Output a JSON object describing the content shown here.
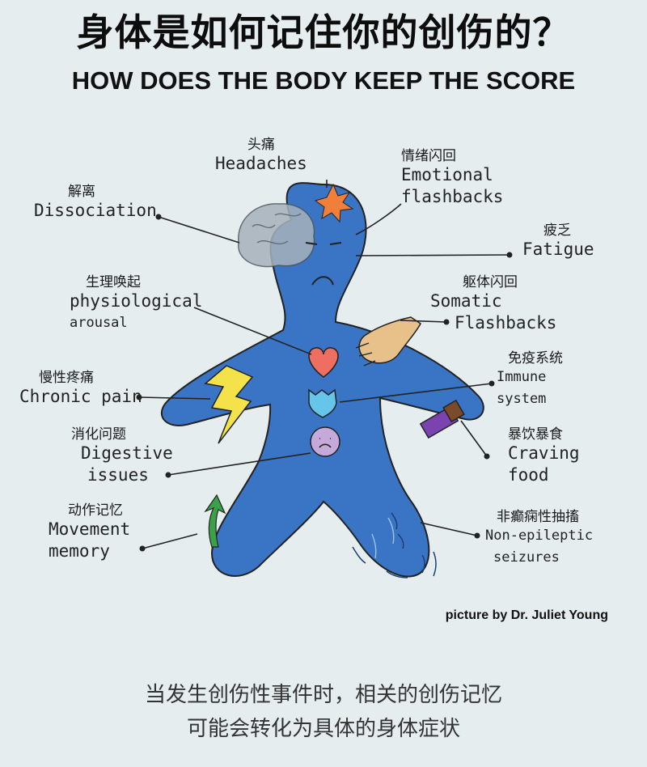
{
  "title_cn": "身体是如何记住你的创伤的？",
  "title_en": "HOW DOES THE BODY KEEP THE SCORE",
  "labels": {
    "headaches": {
      "cn": "头痛",
      "en": "Headaches"
    },
    "emotional_flashbacks": {
      "cn": "情绪闪回",
      "en1": "Emotional",
      "en2": "flashbacks"
    },
    "dissociation": {
      "cn": "解离",
      "en": "Dissociation"
    },
    "fatigue": {
      "cn": "疲乏",
      "en": "Fatigue"
    },
    "physiological_arousal": {
      "cn": "生理唤起",
      "en1": "physiological",
      "en2": "arousal"
    },
    "somatic_flashbacks": {
      "cn": "躯体闪回",
      "en1": "Somatic",
      "en2": "Flashbacks"
    },
    "chronic_pain": {
      "cn": "慢性疼痛",
      "en": "Chronic pain"
    },
    "immune_system": {
      "cn": "免疫系统",
      "en1": "Immune",
      "en2": "system"
    },
    "digestive_issues": {
      "cn": "消化问题",
      "en1": "Digestive",
      "en2": "issues"
    },
    "craving_food": {
      "cn": "暴饮暴食",
      "en1": "Craving",
      "en2": "food"
    },
    "movement_memory": {
      "cn": "动作记忆",
      "en1": "Movement",
      "en2": "memory"
    },
    "non_epileptic_seizures": {
      "cn": "非癫痫性抽搐",
      "en1": "Non-epileptic",
      "en2": "seizures"
    }
  },
  "credit": "picture by Dr. Juliet Young",
  "caption_line1": "当发生创伤性事件时，相关的创伤记忆",
  "caption_line2": "可能会转化为具体的身体症状",
  "colors": {
    "body": "#3a74c4",
    "heart": "#ee6f62",
    "shield": "#65c6ea",
    "stomach": "#c5a9d8",
    "bolt": "#f4e24b",
    "arrow": "#3aa14a",
    "brain": "#a6b2bb",
    "star": "#f07f3a"
  }
}
